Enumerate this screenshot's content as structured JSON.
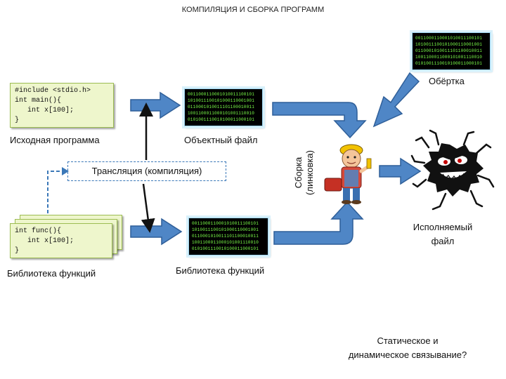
{
  "title": "КОМПИЛЯЦИЯ И СБОРКА ПРОГРАММ",
  "source_code": {
    "lines": [
      "#include <stdio.h>",
      "int main(){",
      "   int x[100];",
      "}"
    ],
    "label": "Исходная программа"
  },
  "library_code": {
    "lines": [
      "int func(){",
      "   int x[100];",
      "}"
    ],
    "label": "Библиотека функций"
  },
  "object_file": {
    "label": "Объектный файл"
  },
  "library_binary": {
    "label": "Библиотека функций"
  },
  "wrapper": {
    "label": "Обёртка"
  },
  "translation": {
    "label": "Трансляция (компиляция)"
  },
  "linking": {
    "line1": "Сборка",
    "line2": "(линковка)"
  },
  "executable": {
    "line1": "Исполняемый",
    "line2": "файл"
  },
  "question": {
    "line1": "Статическое и",
    "line2": "динамическое связывание?"
  },
  "colors": {
    "arrow_fill": "#4f86c6",
    "arrow_stroke": "#2f5f99",
    "code_bg": "#eef6cc",
    "binary_text": "#7cff4a"
  }
}
